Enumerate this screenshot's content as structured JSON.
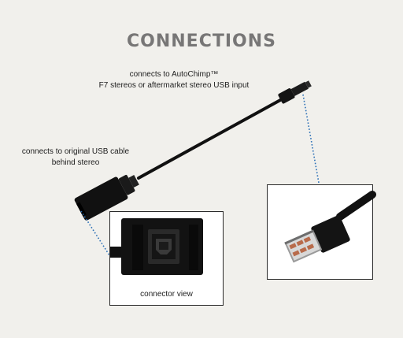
{
  "title": "CONNECTIONS",
  "labels": {
    "top_line1": "connects to AutoChimp™",
    "top_line2": "F7 stereos or aftermarket stereo USB input",
    "left_line1": "connects to original USB cable",
    "left_line2": "behind stereo"
  },
  "connector_panel": {
    "caption": "connector view"
  },
  "colors": {
    "background": "#f1f0ec",
    "title": "#777676",
    "cable": "#111111",
    "leader_dots": "#2a6fb6"
  }
}
